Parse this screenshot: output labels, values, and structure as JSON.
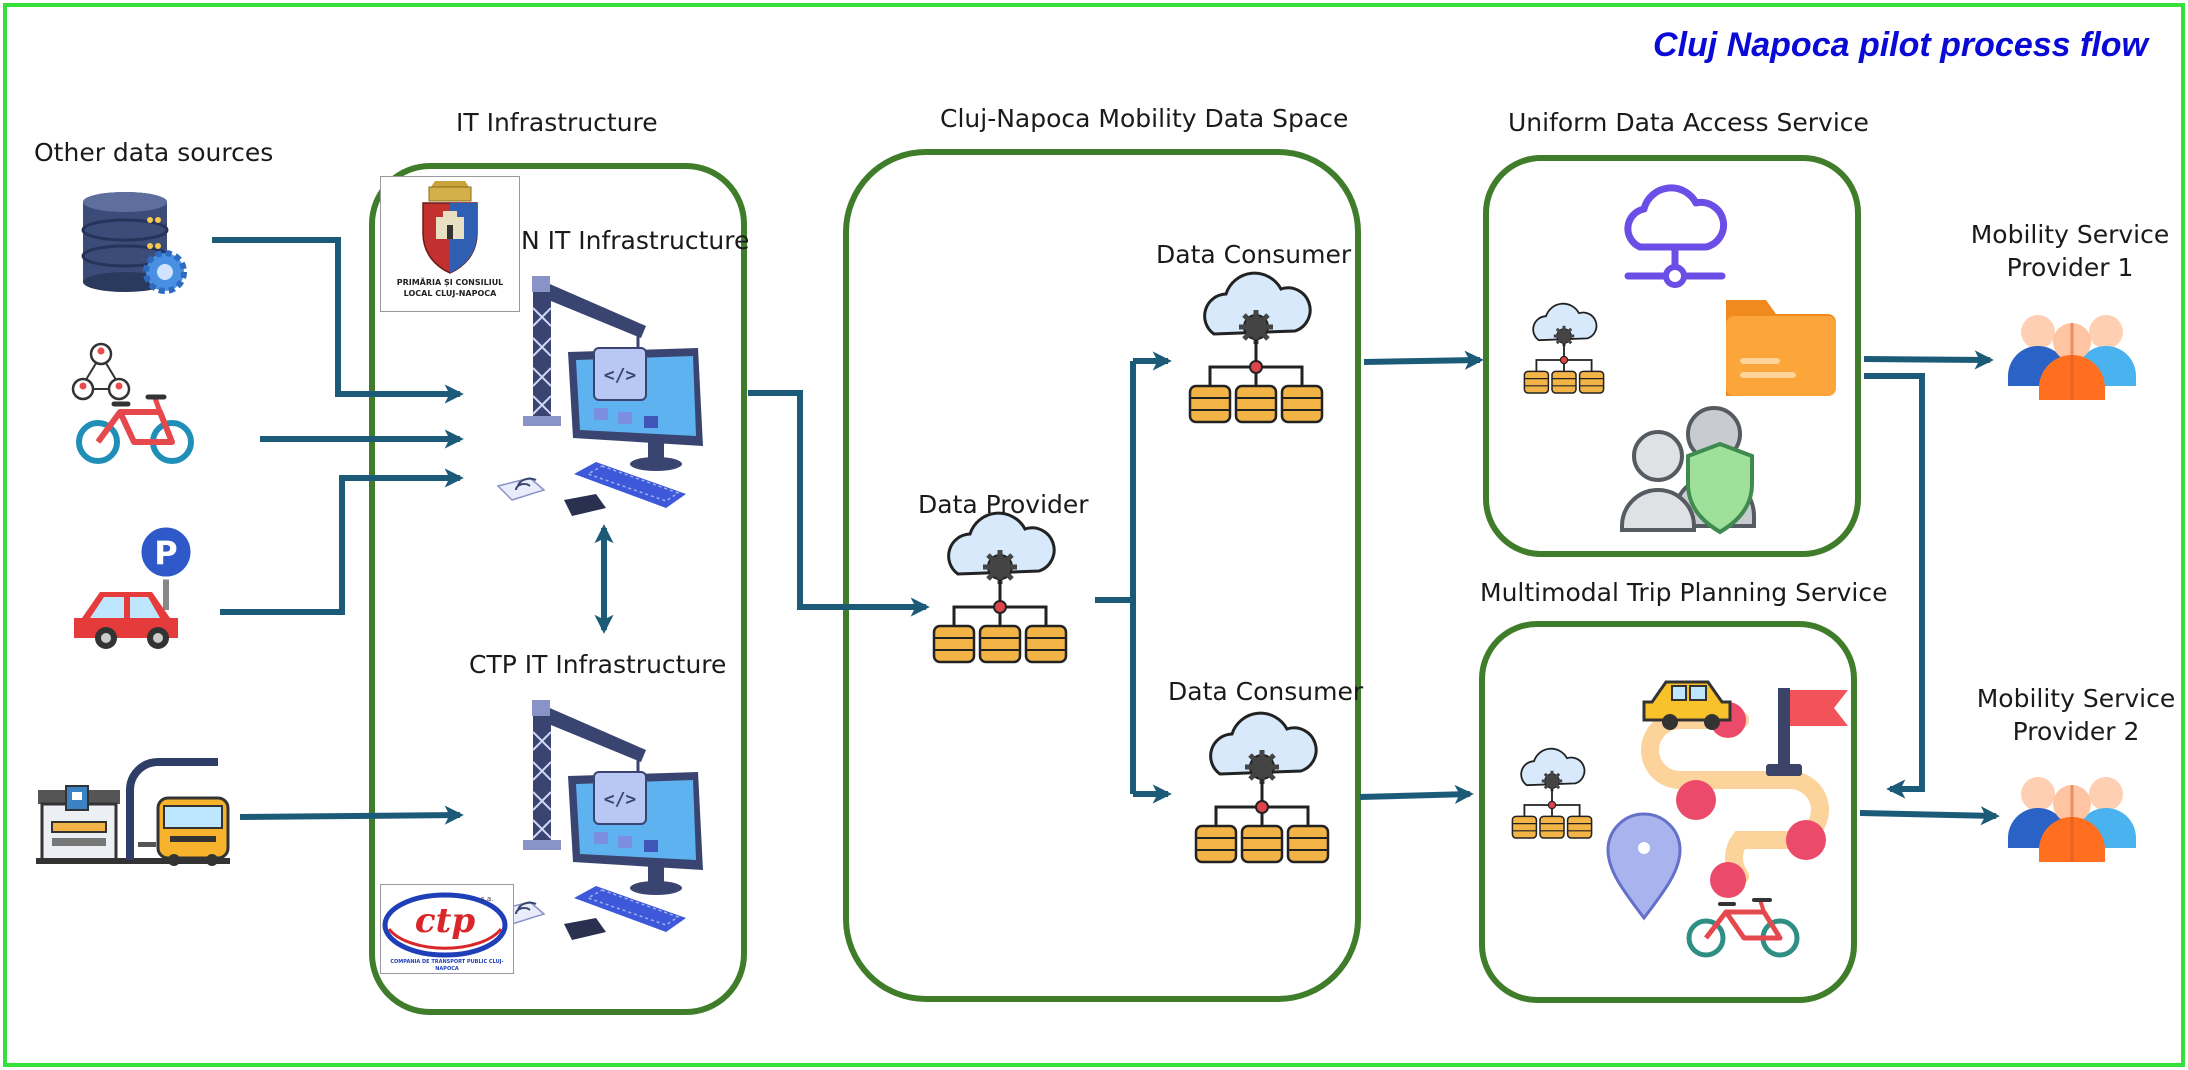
{
  "title": "Cluj Napoca pilot process flow",
  "colors": {
    "frame_border": "#36e03a",
    "container_border": "#3f7d2b",
    "arrow": "#1c5b78",
    "title": "#0a0ad6",
    "db_gold": "#f2b347",
    "cloud_blue": "#d7e9fb",
    "person_blue": "#2b62c6",
    "person_orange": "#ff6f1f"
  },
  "sources": {
    "label": "Other data sources",
    "items": [
      {
        "icon": "database-gear-icon"
      },
      {
        "icon": "bike-sharing-icon"
      },
      {
        "icon": "parking-car-icon"
      },
      {
        "icon": "bus-station-icon"
      }
    ]
  },
  "it_infrastructure": {
    "label": "IT Infrastructure",
    "mcn_label": "MCN IT Infrastructure",
    "ctp_label": "CTP IT Infrastructure",
    "mcn_logo_text": "PRIMĂRIA ȘI CONSILIUL LOCAL CLUJ-NAPOCA",
    "ctp_logo_text": "ctp",
    "ctp_logo_sub": "COMPANIA DE TRANSPORT PUBLIC CLUJ-NAPOCA",
    "ctp_logo_sa": "s.a."
  },
  "mobility_data_space": {
    "label": "Cluj-Napoca Mobility Data Space",
    "provider_label": "Data Provider",
    "consumer_top_label": "Data Consumer",
    "consumer_bottom_label": "Data Consumer"
  },
  "services": {
    "uniform_label": "Uniform Data Access Service",
    "multimodal_label": "Multimodal Trip Planning Service"
  },
  "providers": {
    "p1_label": "Mobility Service Provider 1",
    "p2_label": "Mobility Service Provider 2"
  }
}
